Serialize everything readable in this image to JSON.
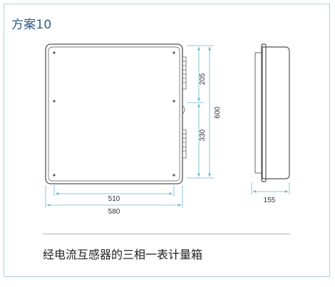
{
  "title": "方案10",
  "caption": "经电流互感器的三相一表计量箱",
  "dimensions": {
    "inner_width": "510",
    "outer_width": "580",
    "upper_height": "205",
    "lower_height": "330",
    "total_height": "600",
    "depth": "155"
  },
  "colors": {
    "frame": "#a9cfe0",
    "title": "#2d5d86",
    "drawing": "#555555",
    "dimension": "#6ab7d6"
  }
}
